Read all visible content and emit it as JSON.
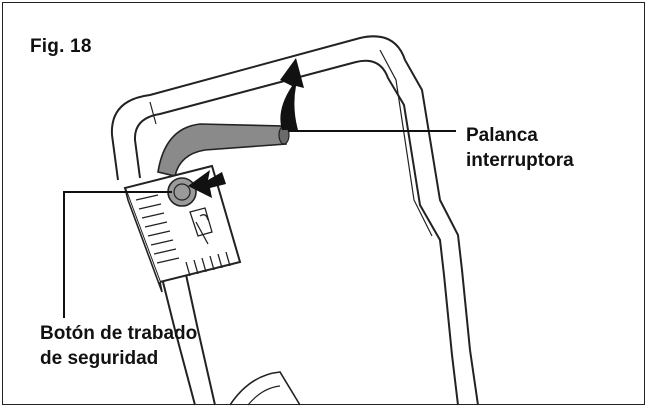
{
  "figure": {
    "label": "Fig. 18"
  },
  "callouts": {
    "lever": {
      "line1": "Palanca",
      "line2": "interruptora"
    },
    "lock_button": {
      "line1": "Botón de trabado",
      "line2": "de seguridad"
    }
  },
  "colors": {
    "outline": "#222222",
    "lever_fill": "#8a8a8a",
    "arrow_fill": "#111111",
    "background": "#ffffff"
  }
}
